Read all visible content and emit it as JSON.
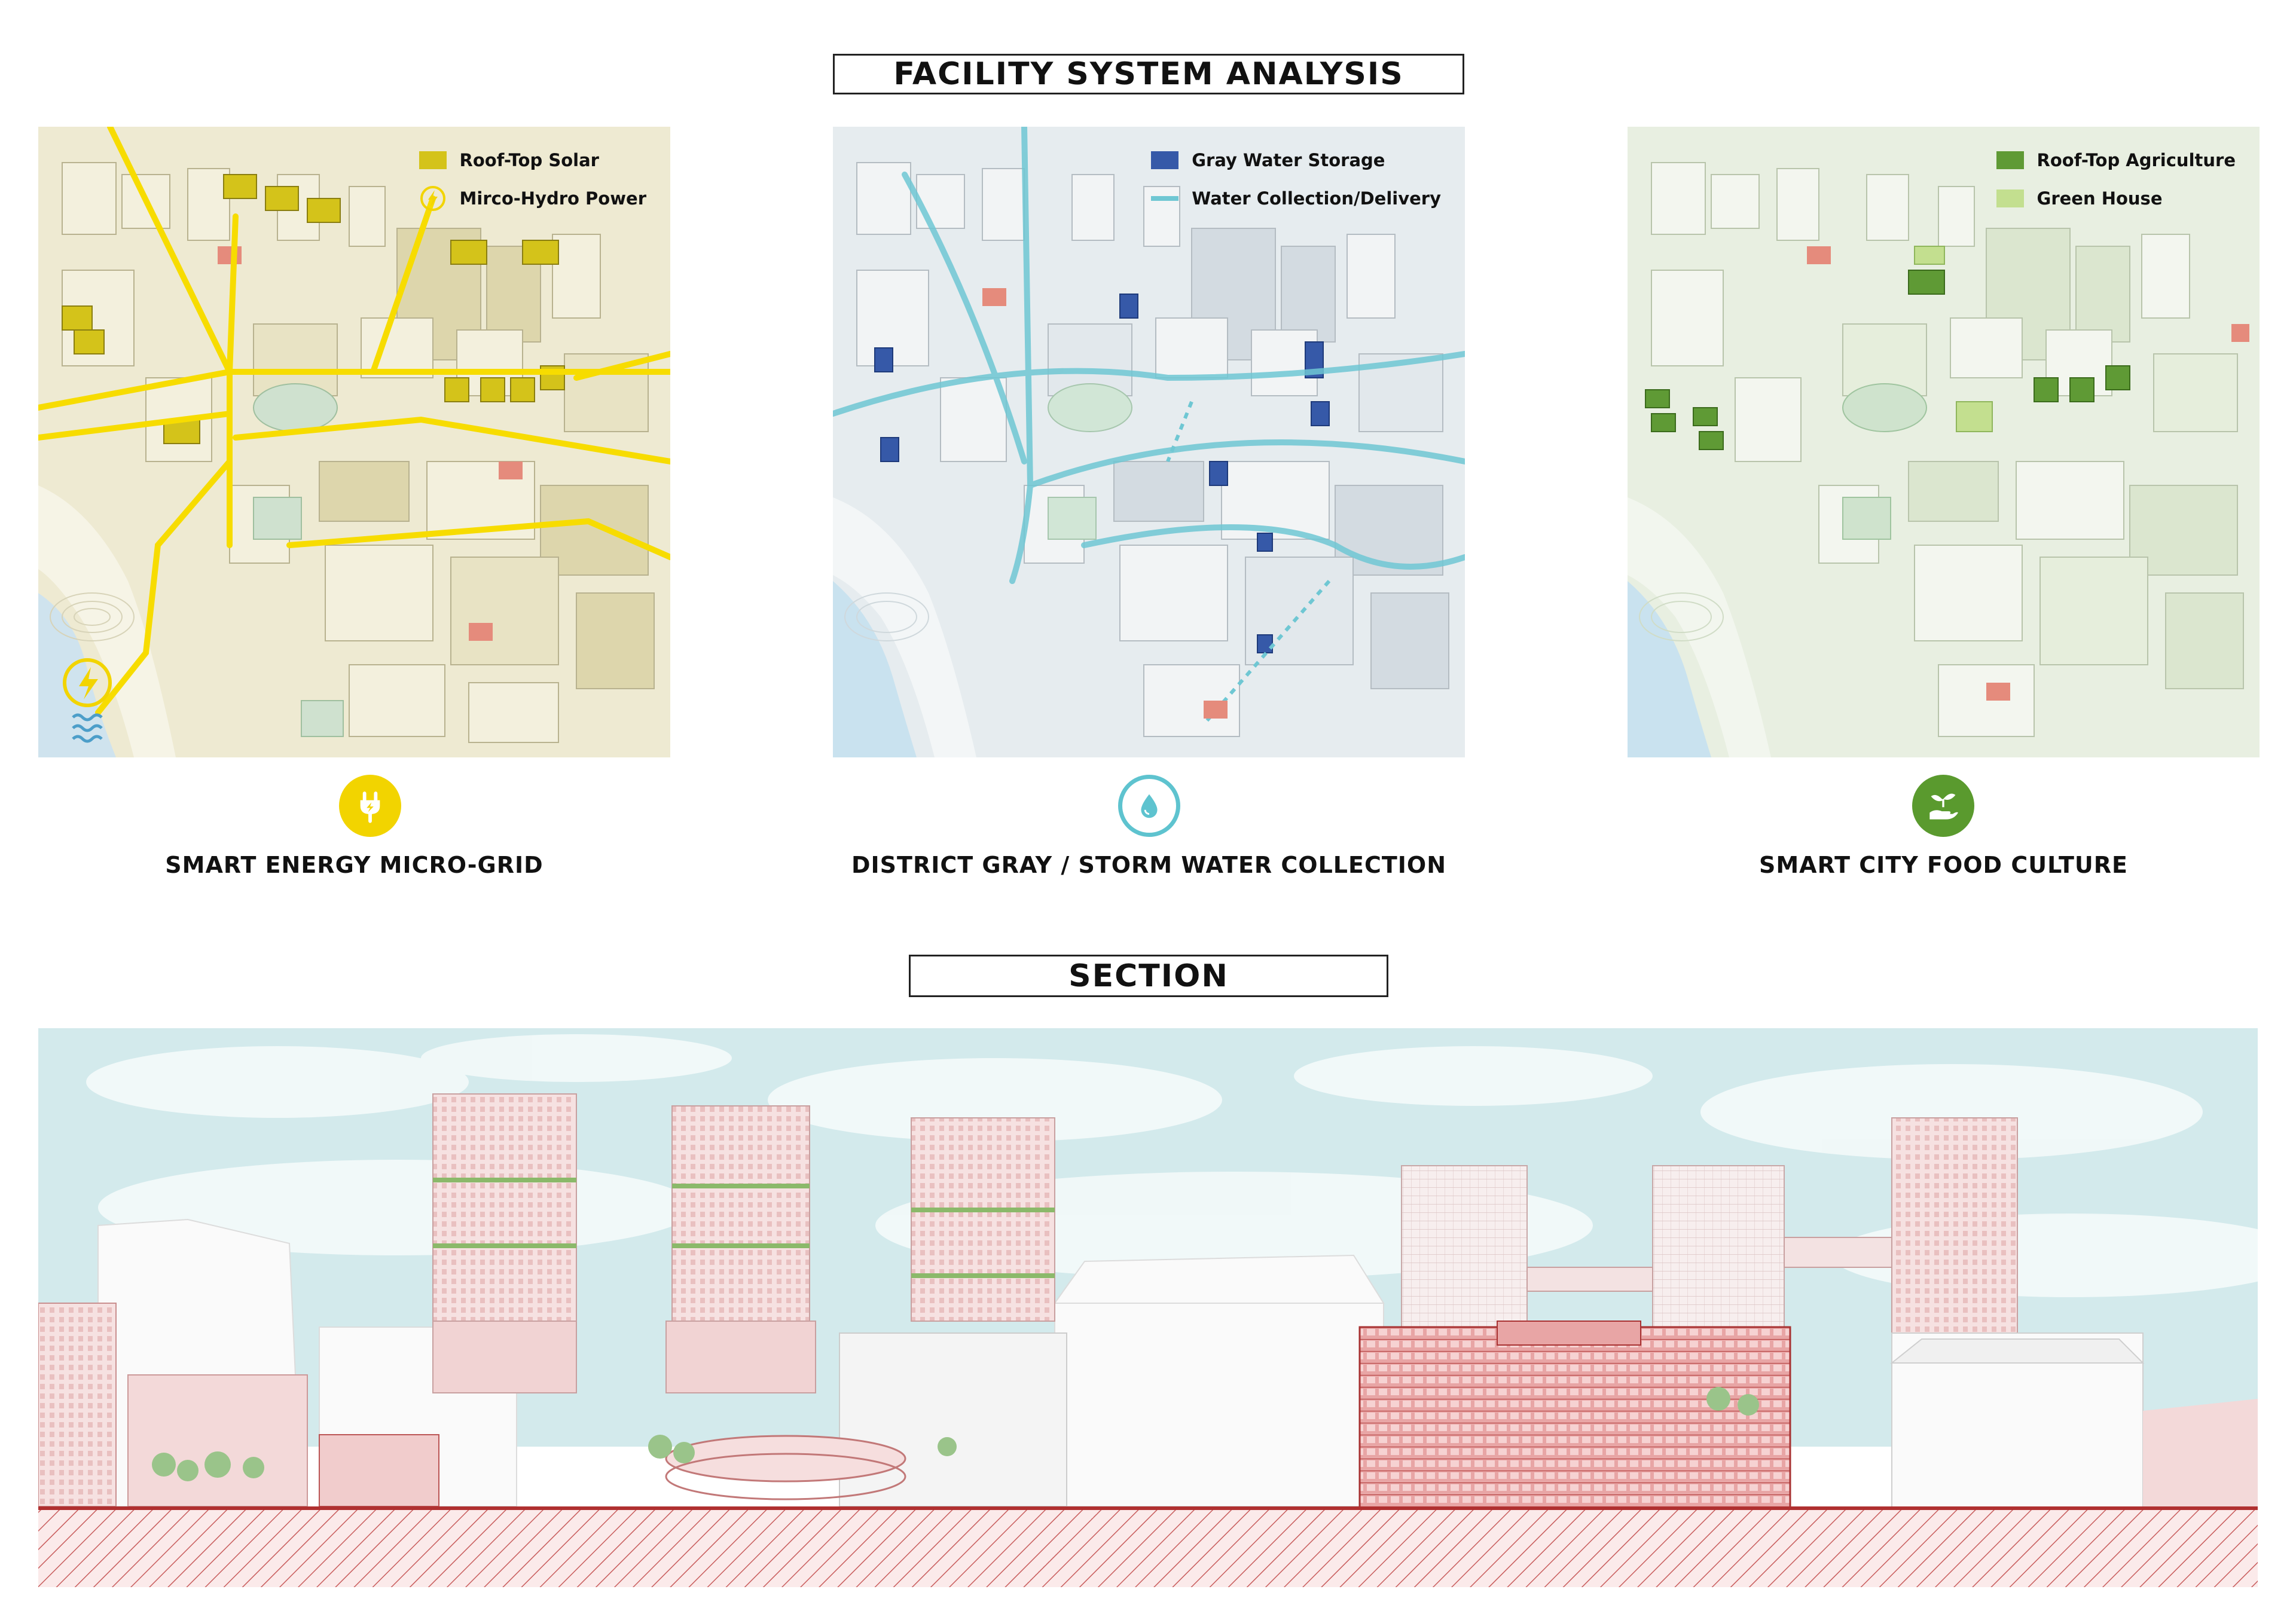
{
  "header": {
    "title": "FACILITY SYSTEM ANALYSIS"
  },
  "panels": [
    {
      "caption": "SMART ENERGY MICRO-GRID",
      "icon": "plug-icon",
      "accent": "#f2d400",
      "legend": [
        {
          "label": "Roof-Top Solar",
          "color": "#d4c31a",
          "kind": "swatch"
        },
        {
          "label": "Mirco-Hydro Power",
          "color": "#f2d400",
          "kind": "bolt"
        }
      ]
    },
    {
      "caption": "DISTRICT GRAY / STORM WATER COLLECTION",
      "icon": "water-drop-icon",
      "accent": "#5ec3cf",
      "legend": [
        {
          "label": "Gray Water Storage",
          "color": "#3659a8",
          "kind": "swatch"
        },
        {
          "label": "Water Collection/Delivery",
          "color": "#6fc7d3",
          "kind": "line"
        }
      ]
    },
    {
      "caption": "SMART CITY FOOD CULTURE",
      "icon": "sprout-hand-icon",
      "accent": "#5a9a2e",
      "legend": [
        {
          "label": "Roof-Top Agriculture",
          "color": "#5f9a35",
          "kind": "swatch"
        },
        {
          "label": "Green House",
          "color": "#c3df8f",
          "kind": "swatch"
        }
      ]
    }
  ],
  "section": {
    "title": "SECTION"
  }
}
